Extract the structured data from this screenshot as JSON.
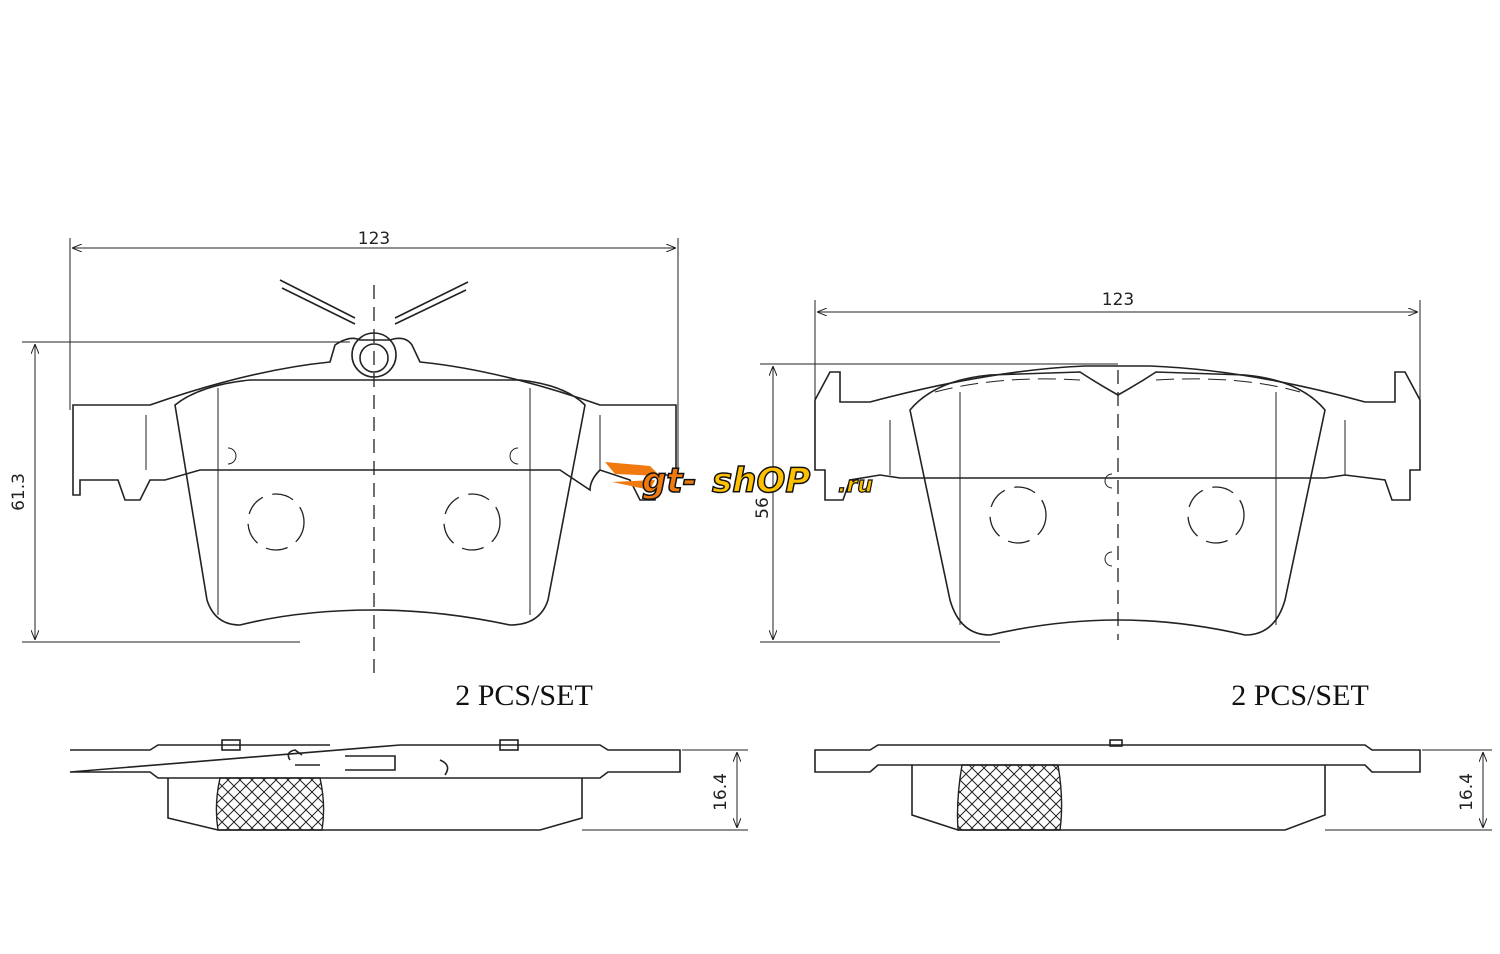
{
  "watermark": {
    "text": "gt-shop.ru",
    "colors": {
      "orange": "#f07a10",
      "yellow": "#ffc000",
      "outline": "#111111"
    }
  },
  "pad_left": {
    "width_dim": "123",
    "height_dim": "61.3",
    "thickness_dim": "16.4",
    "set_label": "2 PCS/SET"
  },
  "pad_right": {
    "width_dim": "123",
    "height_dim": "56",
    "thickness_dim": "16.4",
    "set_label": "2 PCS/SET"
  }
}
